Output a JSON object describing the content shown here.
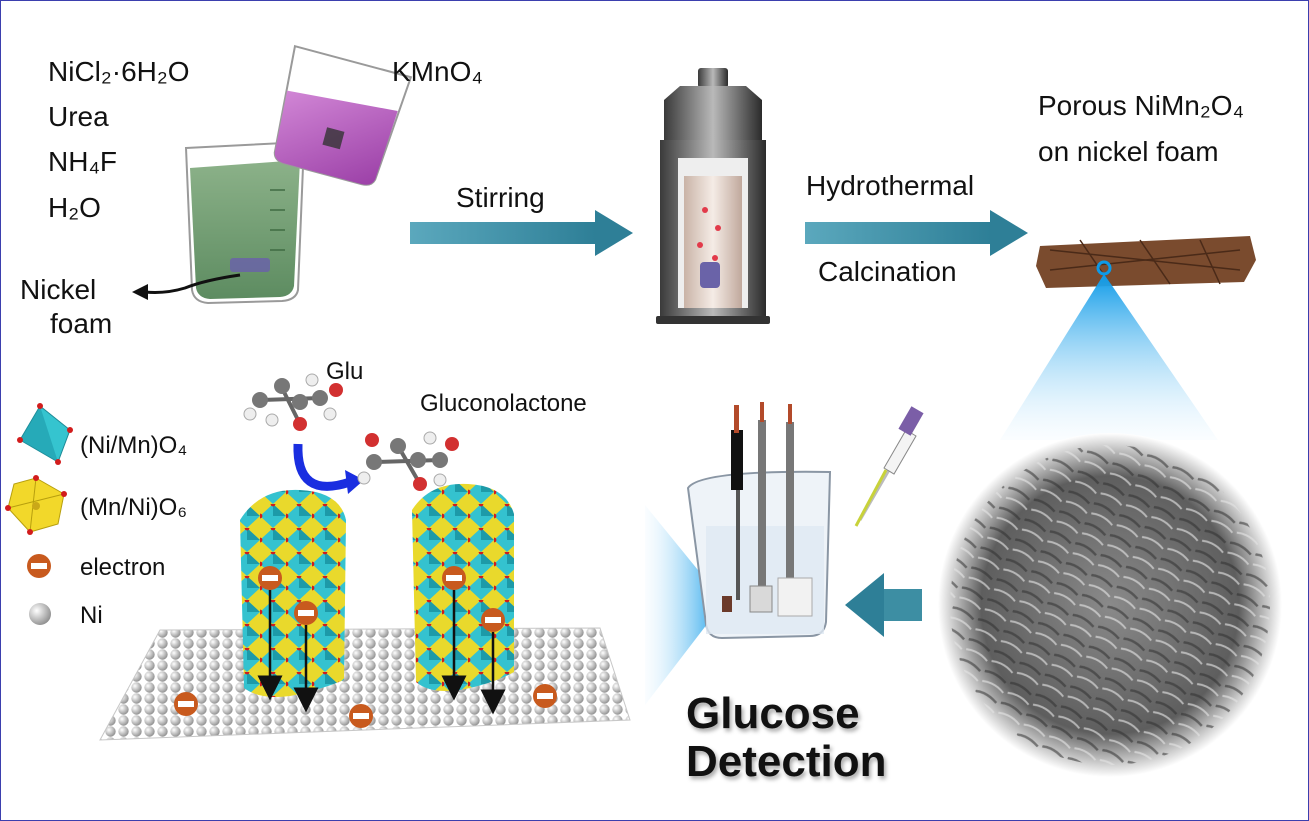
{
  "reagents": [
    "NiCl₂·6H₂O",
    "Urea",
    "NH₄F",
    "H₂O"
  ],
  "kmno4_label": "KMnO₄",
  "nickel_foam_label": [
    "Nickel",
    "foam"
  ],
  "step1_label": "Stirring",
  "step2_labels": [
    "Hydrothermal",
    "Calcination"
  ],
  "product_label": [
    "Porous NiMn₂O₄",
    "on nickel foam"
  ],
  "glu_label": "Glu",
  "gluconolactone_label": "Gluconolactone",
  "legend": [
    {
      "label": "(Ni/Mn)O₄",
      "icon": "tetrahedron-icon",
      "color": "#35c4cf"
    },
    {
      "label": "(Mn/Ni)O₆",
      "icon": "octahedron-icon",
      "color": "#f2d82a"
    },
    {
      "label": "electron",
      "icon": "electron-icon",
      "color": "#d06a2a"
    },
    {
      "label": "Ni",
      "icon": "ni-atom-icon",
      "color": "#a8a8a8"
    }
  ],
  "detection_title": [
    "Glucose",
    "Detection"
  ],
  "colors": {
    "arrow": "#3f8fa3",
    "beam": "#27a8e8",
    "green_solution": "#5f9060",
    "purple_solution": "#b05ab8"
  }
}
